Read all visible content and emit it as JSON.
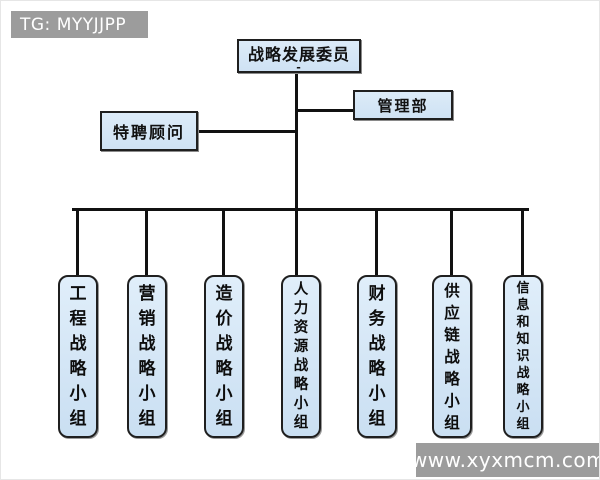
{
  "watermarks": {
    "top_left": "TG: MYYJJPP",
    "bottom_right": "www.xyxmcm.com"
  },
  "colors": {
    "background": "#ffffff",
    "node_fill": "#cfe2f4",
    "node_border": "#1f1f1f",
    "connector": "#111111",
    "text": "#111111",
    "watermark_bg": "#9c9c9c",
    "watermark_text": "#ffffff"
  },
  "org_chart": {
    "root": {
      "label": "战略发展委员",
      "sub": "-"
    },
    "advisor": {
      "label": "特聘顾问"
    },
    "management": {
      "label": "管理部"
    },
    "groups": [
      {
        "label": "工程战略小组"
      },
      {
        "label": "营销战略小组"
      },
      {
        "label": "造价战略小组"
      },
      {
        "label": "人力资源战略小组"
      },
      {
        "label": "财务战略小组"
      },
      {
        "label": "供应链战略小组"
      },
      {
        "label": "信息和知识战略小组"
      }
    ]
  }
}
